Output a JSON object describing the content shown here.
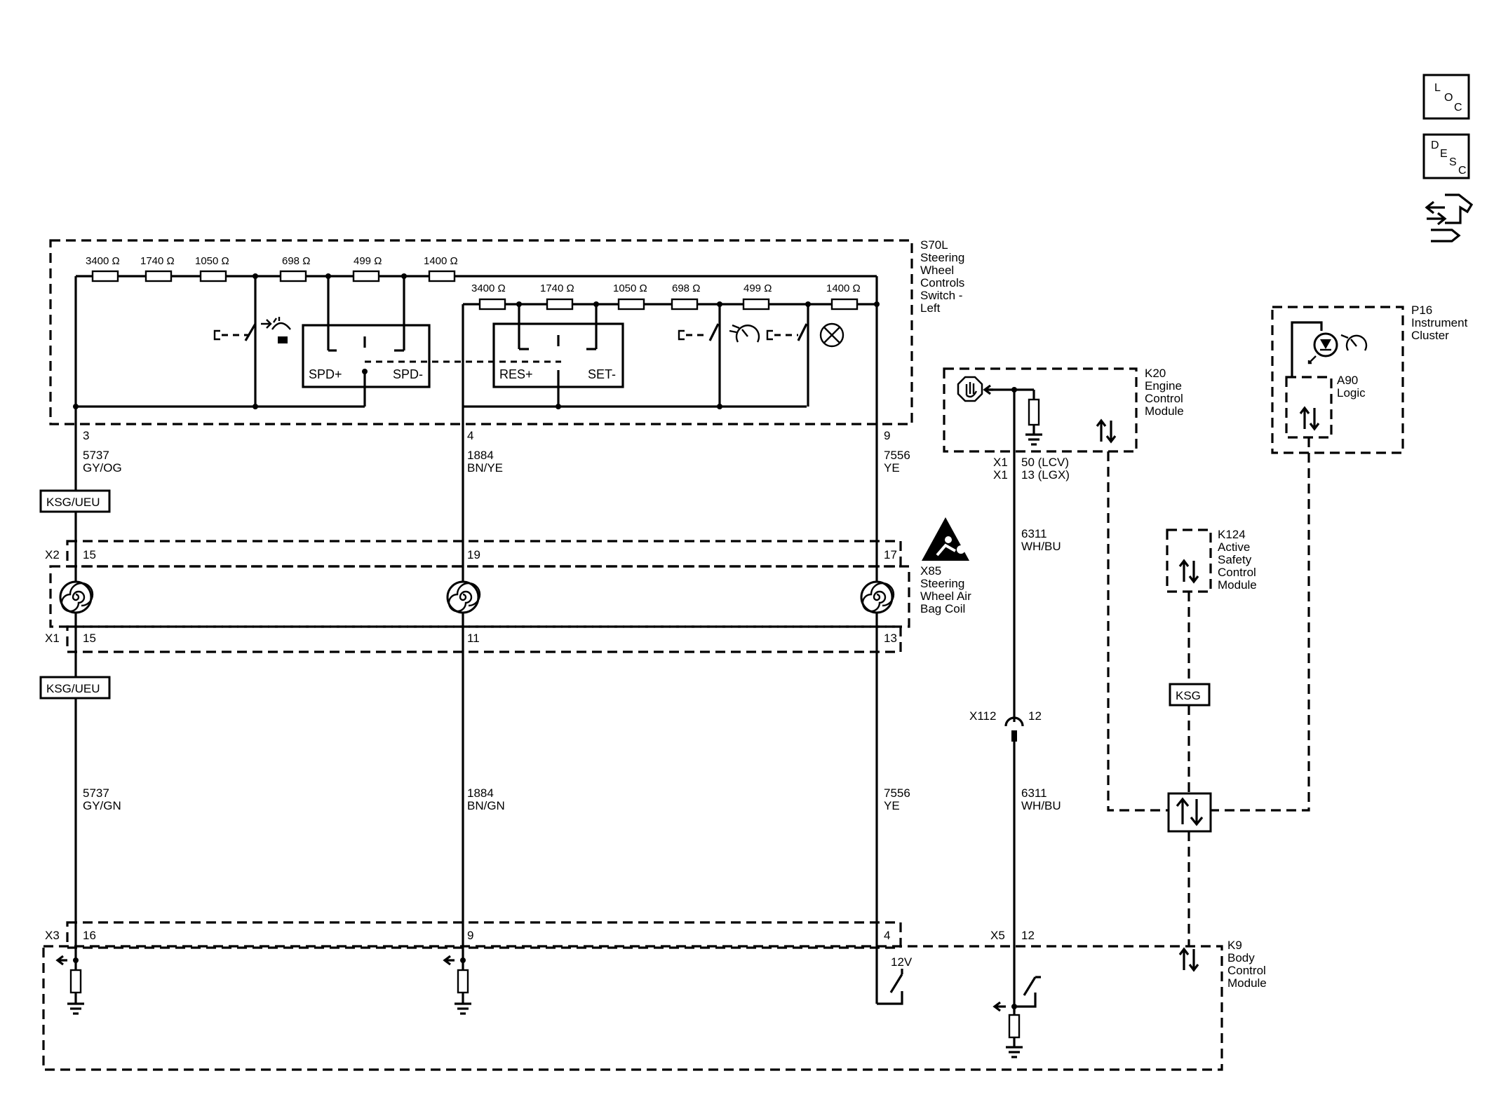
{
  "side_icons": {
    "loc": [
      "L",
      "O",
      "C"
    ],
    "desc": [
      "D",
      "E",
      "S",
      "C"
    ]
  },
  "s70l": {
    "lines": [
      "S70L",
      "Steering",
      "Wheel",
      "Controls",
      "Switch -",
      "Left"
    ],
    "top_row": [
      "3400 Ω",
      "1740 Ω",
      "1050 Ω",
      "698 Ω",
      "499 Ω",
      "1400 Ω"
    ],
    "second_row": [
      "3400 Ω",
      "1740 Ω",
      "1050 Ω",
      "698 Ω",
      "499 Ω",
      "1400 Ω"
    ],
    "buttons": [
      "SPD+",
      "SPD-",
      "RES+",
      "SET-"
    ],
    "pins": [
      "3",
      "4",
      "9"
    ]
  },
  "wires": {
    "w5737_top": [
      "5737",
      "GY/OG"
    ],
    "w1884_top": [
      "1884",
      "BN/YE"
    ],
    "w7556_top": [
      "7556",
      "YE"
    ],
    "w5737_bot": [
      "5737",
      "GY/GN"
    ],
    "w1884_bot": [
      "1884",
      "BN/GN"
    ],
    "w7556_bot": [
      "7556",
      "YE"
    ],
    "w6311_top": [
      "6311",
      "WH/BU"
    ],
    "w6311_bot": [
      "6311",
      "WH/BU"
    ]
  },
  "option_tags": [
    "KSG/UEU",
    "KSG/UEU",
    "KSG"
  ],
  "x85": {
    "lines": [
      "X85",
      "Steering",
      "Wheel Air",
      "Bag Coil"
    ],
    "x2": "X2",
    "x1": "X1",
    "x2_pins": [
      "15",
      "19",
      "17"
    ],
    "x1_pins": [
      "15",
      "11",
      "13"
    ]
  },
  "k20": {
    "lines": [
      "K20",
      "Engine",
      "Control",
      "Module"
    ],
    "connectors": [
      "X1",
      "X1"
    ],
    "pins": [
      "50 (LCV)",
      "13 (LGX)"
    ]
  },
  "p16": {
    "lines": [
      "P16",
      "Instrument",
      "Cluster"
    ],
    "a90": [
      "A90",
      "Logic"
    ]
  },
  "k124": {
    "lines": [
      "K124",
      "Active",
      "Safety",
      "Control",
      "Module"
    ]
  },
  "x112": {
    "name": "X112",
    "pin": "12"
  },
  "k9": {
    "lines": [
      "K9",
      "Body",
      "Control",
      "Module"
    ],
    "x3": "X3",
    "x3_pins": [
      "16",
      "9",
      "4"
    ],
    "x5": "X5",
    "x5_pin": "12",
    "volt": "12V"
  }
}
